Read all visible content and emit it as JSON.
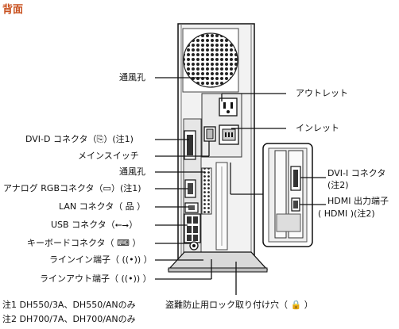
{
  "title": "背面",
  "labels_left": {
    "vent_top": "通風孔",
    "dvi_d": "DVI-D コネクタ（⎘）(注1)",
    "main_switch": "メインスイッチ",
    "vent_mid": "通風孔",
    "analog_rgb": "アナログ RGBコネクタ（▭）(注1)",
    "lan": "LAN コネクタ（ 品 ）",
    "usb": "USB コネクタ（⭠⭢）",
    "keyboard": "キーボードコネクタ（ ⌨ ）",
    "line_in": "ラインイン端子（ ((•)) ）",
    "line_out": "ラインアウト端子（ ((•)) ）"
  },
  "labels_right": {
    "outlet": "アウトレット",
    "inlet": "インレット",
    "dvi_i_line1": "DVI-I コネクタ",
    "dvi_i_line2": "(注2)",
    "hdmi_line1": "HDMI 出力端子",
    "hdmi_line2": "( HDMI )(注2)"
  },
  "anti_theft": "盗難防止用ロック取り付け穴（ 🔒 ）",
  "notes": {
    "note1": "注1 DH550/3A、DH550/ANのみ",
    "note2": "注2 DH700/7A、DH700/ANのみ"
  }
}
